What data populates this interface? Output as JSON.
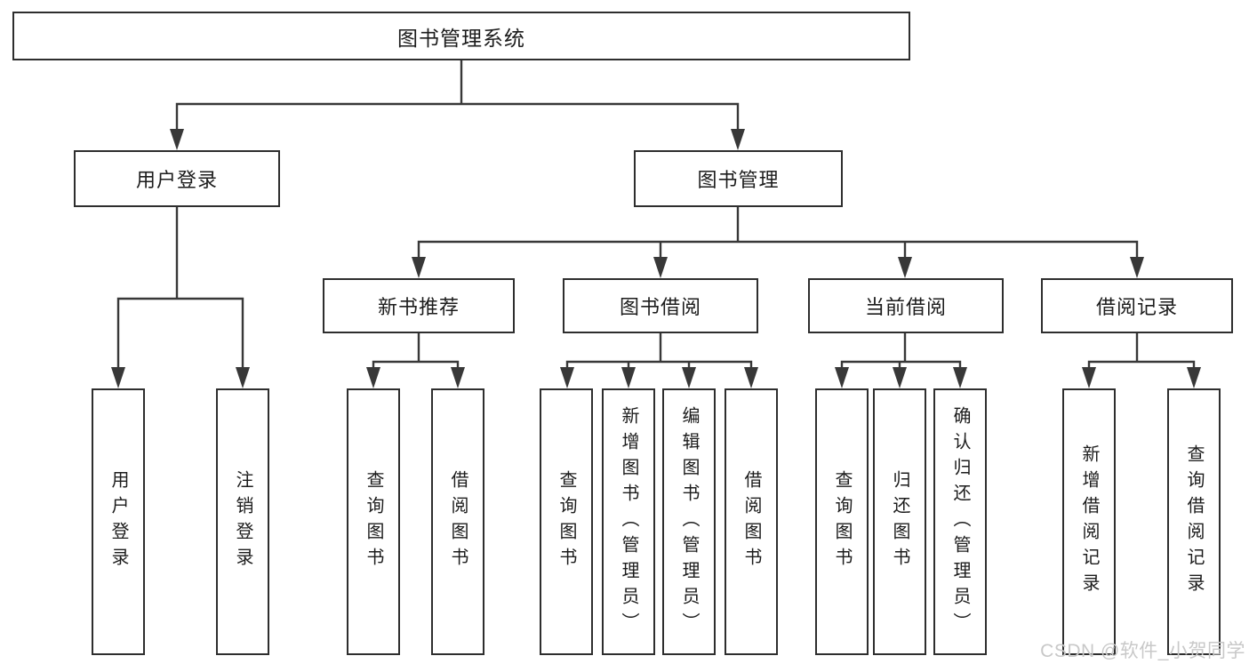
{
  "diagram": {
    "root": {
      "label": "图书管理系统"
    },
    "branches": [
      {
        "label": "用户登录",
        "children": [
          {
            "label": "用户登录"
          },
          {
            "label": "注销登录"
          }
        ]
      },
      {
        "label": "图书管理",
        "modules": [
          {
            "label": "新书推荐",
            "children": [
              {
                "label": "查询图书"
              },
              {
                "label": "借阅图书"
              }
            ]
          },
          {
            "label": "图书借阅",
            "children": [
              {
                "label": "查询图书"
              },
              {
                "label": "新增图书（管理员）"
              },
              {
                "label": "编辑图书（管理员）"
              },
              {
                "label": "借阅图书"
              }
            ]
          },
          {
            "label": "当前借阅",
            "children": [
              {
                "label": "查询图书"
              },
              {
                "label": "归还图书"
              },
              {
                "label": "确认归还（管理员）"
              }
            ]
          },
          {
            "label": "借阅记录",
            "children": [
              {
                "label": "新增借阅记录"
              },
              {
                "label": "查询借阅记录"
              }
            ]
          }
        ]
      }
    ]
  },
  "watermark": {
    "text": "CSDN @软件_小贺同学",
    "color": "#c8c8c8"
  },
  "colors": {
    "line": "#383838",
    "border": "#2e2e2e",
    "text": "#1c1c1c",
    "background": "#ffffff"
  }
}
